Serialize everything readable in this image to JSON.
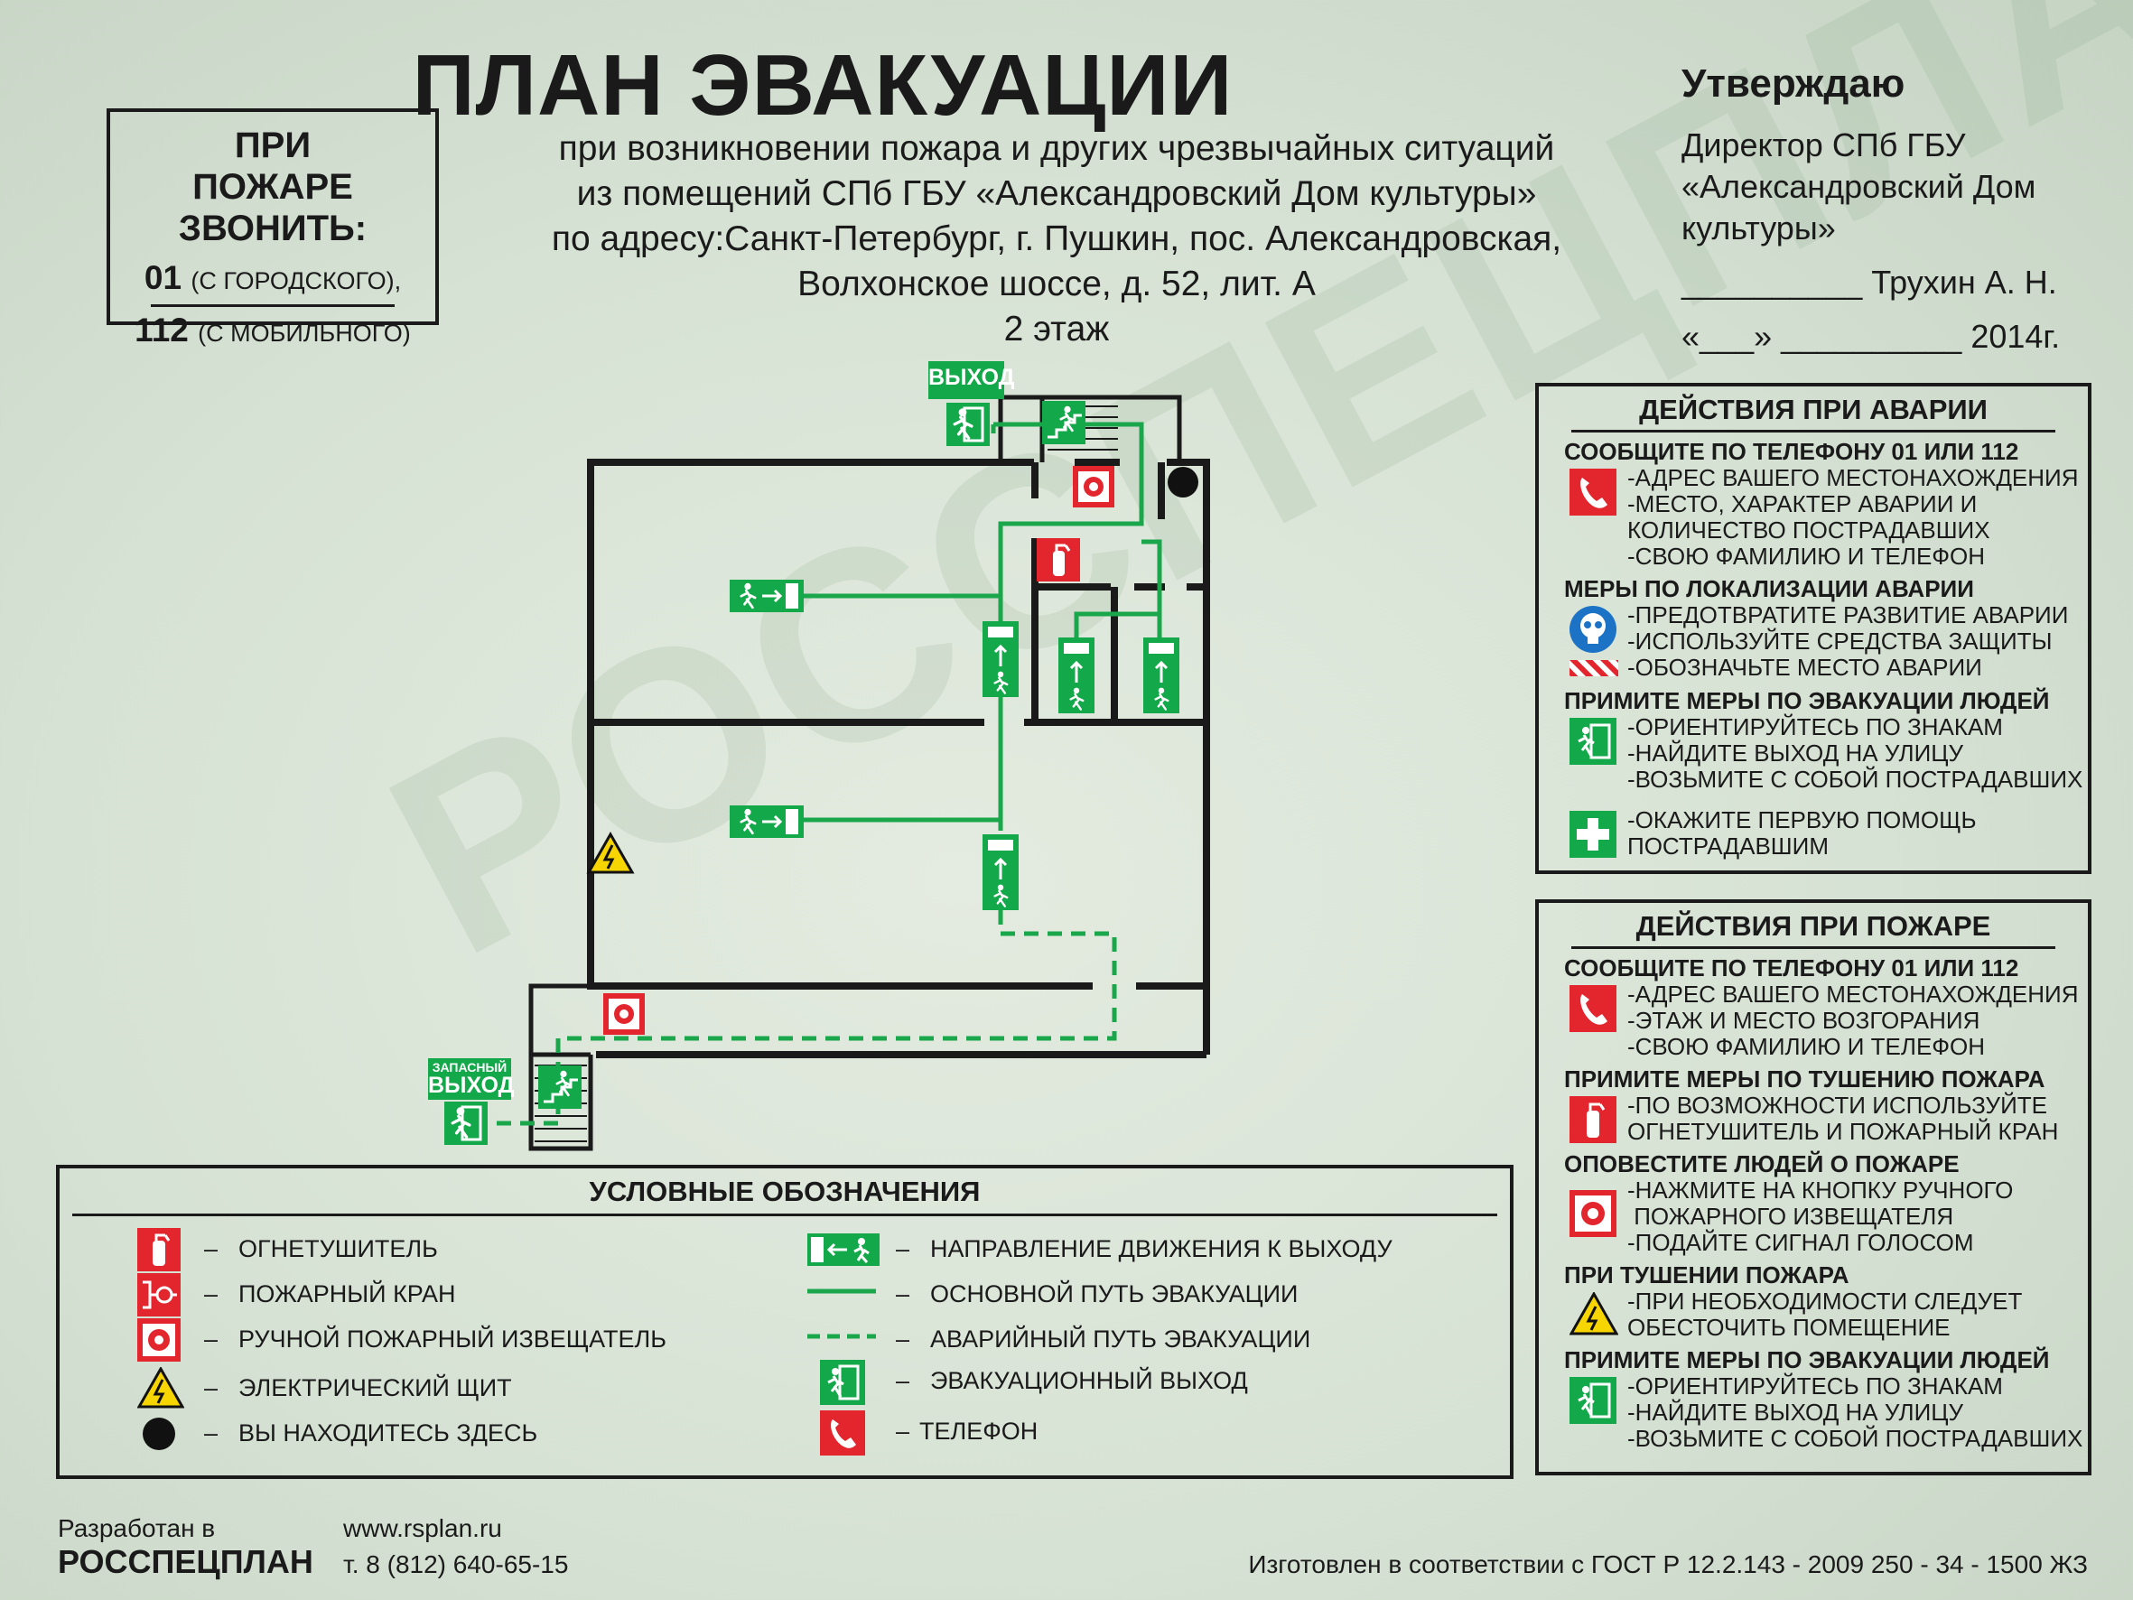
{
  "title": "ПЛАН ЭВАКУАЦИИ",
  "subtitle_lines": [
    "при возникновении пожара и других чрезвычайных ситуаций",
    "из помещений СПб ГБУ «Александровский Дом культуры»",
    "по адресу:Санкт-Петербург, г. Пушкин, пос. Александровская,",
    "Волхонское шоссе, д. 52, лит. А",
    "2 этаж"
  ],
  "fire_call": {
    "heading": "ПРИ ПОЖАРЕ ЗВОНИТЬ:",
    "line1_num": "01",
    "line1_note": "(С ГОРОДСКОГО),",
    "line2_num": "112",
    "line2_note": "(С МОБИЛЬНОГО)"
  },
  "approve": {
    "heading": "Утверждаю",
    "lines": [
      "Директор СПб ГБУ",
      "«Александровский Дом",
      "культуры»"
    ],
    "sign_line": "__________ Трухин А. Н.",
    "date_line": "«___» __________ 2014г."
  },
  "plan": {
    "exit_label": "ВЫХОД",
    "spare_exit_label_1": "ЗАПАСНЫЙ",
    "spare_exit_label_2": "ВЫХОД",
    "watermark": "РОССПЕЦПЛАН"
  },
  "accident": {
    "heading": "ДЕЙСТВИЯ ПРИ АВАРИИ",
    "sections": [
      {
        "title": "СООБЩИТЕ ПО ТЕЛЕФОНУ  01 ИЛИ 112",
        "icon": "phone-icon",
        "lines": [
          "-АДРЕС ВАШЕГО МЕСТОНАХОЖДЕНИЯ",
          "-МЕСТО, ХАРАКТЕР АВАРИИ И",
          "КОЛИЧЕСТВО ПОСТРАДАВШИХ",
          "-СВОЮ ФАМИЛИЮ И  ТЕЛЕФОН"
        ]
      },
      {
        "title": "МЕРЫ ПО ЛОКАЛИЗАЦИИ АВАРИИ",
        "icon": "gas-mask-icon",
        "lines": [
          "-ПРЕДОТВРАТИТЕ РАЗВИТИЕ АВАРИИ",
          "-ИСПОЛЬЗУЙТЕ СРЕДСТВА ЗАЩИТЫ"
        ]
      },
      {
        "title": "",
        "icon": "hazard-stripe-icon",
        "lines": [
          "-ОБОЗНАЧЬТЕ МЕСТО АВАРИИ"
        ]
      },
      {
        "title": "ПРИМИТЕ МЕРЫ ПО ЭВАКУАЦИИ ЛЮДЕЙ",
        "icon": "exit-icon",
        "lines": [
          "-ОРИЕНТИРУЙТЕСЬ ПО ЗНАКАМ",
          "-НАЙДИТЕ ВЫХОД НА УЛИЦУ",
          "-ВОЗЬМИТЕ С СОБОЙ ПОСТРАДАВШИХ"
        ]
      },
      {
        "title": "",
        "icon": "first-aid-icon",
        "lines": [
          "-ОКАЖИТЕ ПЕРВУЮ ПОМОЩЬ",
          "ПОСТРАДАВШИМ"
        ]
      }
    ]
  },
  "fire": {
    "heading": "ДЕЙСТВИЯ ПРИ ПОЖАРЕ",
    "sections": [
      {
        "title": "СООБЩИТЕ ПО ТЕЛЕФОНУ  01 ИЛИ 112",
        "icon": "phone-icon",
        "lines": [
          "-АДРЕС ВАШЕГО МЕСТОНАХОЖДЕНИЯ",
          "-ЭТАЖ И МЕСТО ВОЗГОРАНИЯ",
          "-СВОЮ ФАМИЛИЮ И  ТЕЛЕФОН"
        ]
      },
      {
        "title": "ПРИМИТЕ МЕРЫ ПО ТУШЕНИЮ ПОЖАРА",
        "icon": "extinguisher-icon",
        "lines": [
          "-ПО ВОЗМОЖНОСТИ ИСПОЛЬЗУЙТЕ",
          "ОГНЕТУШИТЕЛЬ И ПОЖАРНЫЙ КРАН"
        ]
      },
      {
        "title": "ОПОВЕСТИТЕ ЛЮДЕЙ О ПОЖАРЕ",
        "icon": "alarm-button-icon",
        "lines": [
          "-НАЖМИТЕ НА КНОПКУ РУЧНОГО",
          " ПОЖАРНОГО ИЗВЕЩАТЕЛЯ",
          "-ПОДАЙТЕ СИГНАЛ ГОЛОСОМ"
        ]
      },
      {
        "title": "ПРИ ТУШЕНИИ ПОЖАРА",
        "icon": "electric-warning-icon",
        "lines": [
          "-ПРИ НЕОБХОДИМОСТИ СЛЕДУЕТ",
          "ОБЕСТОЧИТЬ ПОМЕЩЕНИЕ"
        ]
      },
      {
        "title": "ПРИМИТЕ МЕРЫ ПО ЭВАКУАЦИИ ЛЮДЕЙ",
        "icon": "exit-icon",
        "lines": [
          "-ОРИЕНТИРУЙТЕСЬ ПО ЗНАКАМ",
          "-НАЙДИТЕ ВЫХОД НА УЛИЦУ",
          "-ВОЗЬМИТЕ С СОБОЙ ПОСТРАДАВШИХ"
        ]
      }
    ]
  },
  "legend": {
    "heading": "УСЛОВНЫЕ ОБОЗНАЧЕНИЯ",
    "dash": "–",
    "left": [
      {
        "icon": "extinguisher-icon",
        "label": "ОГНЕТУШИТЕЛЬ"
      },
      {
        "icon": "fire-hydrant-icon",
        "label": "ПОЖАРНЫЙ КРАН"
      },
      {
        "icon": "alarm-button-icon",
        "label": "РУЧНОЙ ПОЖАРНЫЙ ИЗВЕЩАТЕЛЬ"
      },
      {
        "icon": "electric-warning-icon",
        "label": "ЭЛЕКТРИЧЕСКИЙ ЩИТ"
      },
      {
        "icon": "you-are-here-icon",
        "label": "ВЫ НАХОДИТЕСЬ ЗДЕСЬ"
      }
    ],
    "right": [
      {
        "icon": "exit-direction-icon",
        "label": "НАПРАВЛЕНИЕ ДВИЖЕНИЯ К ВЫХОДУ"
      },
      {
        "icon": "main-route-icon",
        "label": "ОСНОВНОЙ ПУТЬ ЭВАКУАЦИИ"
      },
      {
        "icon": "emergency-route-icon",
        "label": "АВАРИЙНЫЙ ПУТЬ ЭВАКУАЦИИ"
      },
      {
        "icon": "exit-icon",
        "label": "ЭВАКУАЦИОННЫЙ ВЫХОД"
      },
      {
        "icon": "phone-icon",
        "label": "ТЕЛЕФОН"
      }
    ]
  },
  "footer": {
    "dev_prefix": "Разработан в",
    "dev_brand": "РОССПЕЦПЛАН",
    "site": "www.rsplan.ru",
    "phone": "т. 8 (812) 640-65-15",
    "gost": "Изготовлен в соответствии с ГОСТ Р 12.2.143 - 2009 250 - 34 - 1500 ЖЗ"
  },
  "colors": {
    "green": "#13a84a",
    "red": "#e3262d",
    "route": "#1aa64a"
  }
}
